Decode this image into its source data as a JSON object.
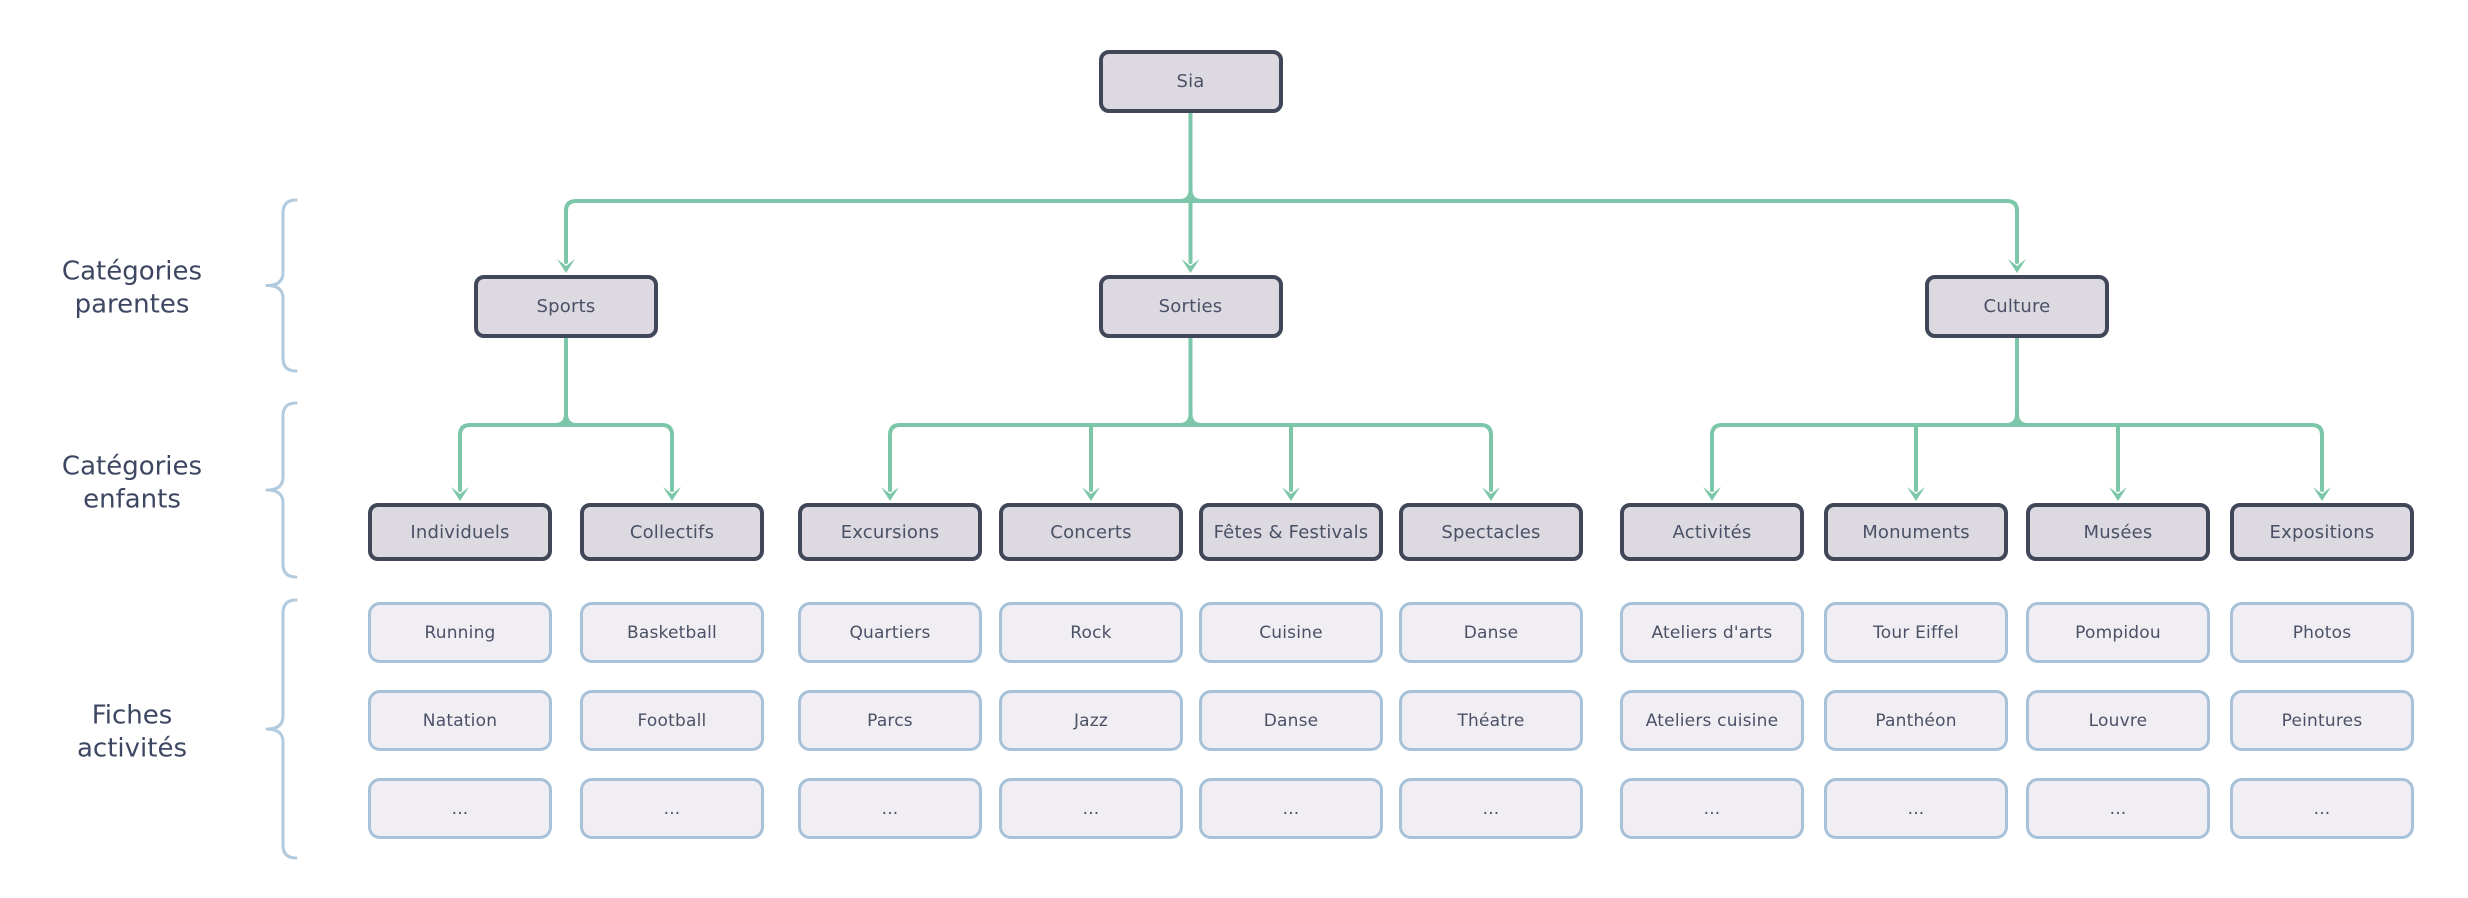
{
  "colors": {
    "background": "#ffffff",
    "connector": "#7cc6a9",
    "node_border": "#3f4759",
    "node_fill": "#dcd9e1",
    "node_text": "#4a5166",
    "leaf_border": "#a6c1d8",
    "leaf_fill": "#f0eef3",
    "leaf_text": "#4a5166",
    "brace": "#b2cade",
    "label_text": "#3d4762"
  },
  "side_labels": [
    {
      "line1": "Catégories",
      "line2": "parentes"
    },
    {
      "line1": "Catégories",
      "line2": "enfants"
    },
    {
      "line1": "Fiches",
      "line2": "activités"
    }
  ],
  "tree": {
    "root": "Sia",
    "groups": [
      {
        "parent": "Sports",
        "children": [
          {
            "name": "Individuels",
            "cards": [
              "Running",
              "Natation",
              "..."
            ]
          },
          {
            "name": "Collectifs",
            "cards": [
              "Basketball",
              "Football",
              "..."
            ]
          }
        ]
      },
      {
        "parent": "Sorties",
        "children": [
          {
            "name": "Excursions",
            "cards": [
              "Quartiers",
              "Parcs",
              "..."
            ]
          },
          {
            "name": "Concerts",
            "cards": [
              "Rock",
              "Jazz",
              "..."
            ]
          },
          {
            "name": "Fêtes & Festivals",
            "cards": [
              "Cuisine",
              "Danse",
              "..."
            ]
          },
          {
            "name": "Spectacles",
            "cards": [
              "Danse",
              "Théatre",
              "..."
            ]
          }
        ]
      },
      {
        "parent": "Culture",
        "children": [
          {
            "name": "Activités",
            "cards": [
              "Ateliers d'arts",
              "Ateliers cuisine",
              "..."
            ]
          },
          {
            "name": "Monuments",
            "cards": [
              "Tour Eiffel",
              "Panthéon",
              "..."
            ]
          },
          {
            "name": "Musées",
            "cards": [
              "Pompidou",
              "Louvre",
              "..."
            ]
          },
          {
            "name": "Expositions",
            "cards": [
              "Photos",
              "Peintures",
              "..."
            ]
          }
        ]
      }
    ]
  }
}
